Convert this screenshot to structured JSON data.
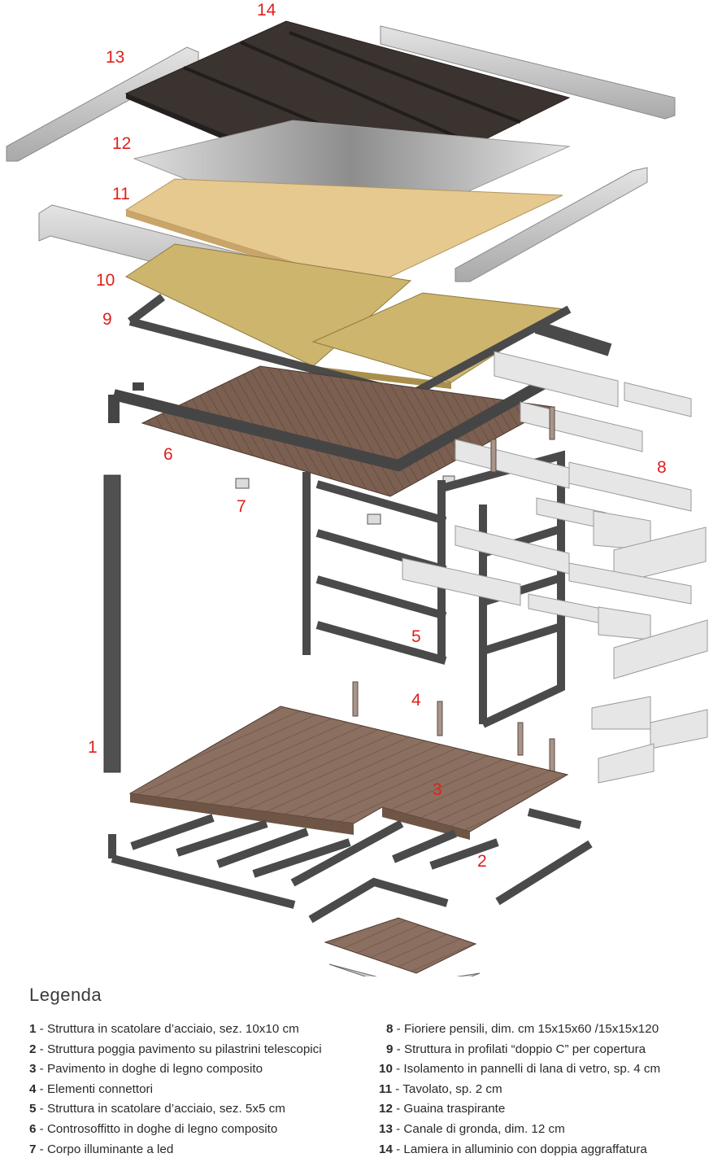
{
  "callouts": {
    "c1": "1",
    "c2": "2",
    "c3": "3",
    "c4": "4",
    "c5": "5",
    "c6": "6",
    "c7": "7",
    "c8": "8",
    "c9": "9",
    "c10": "10",
    "c11": "11",
    "c12": "12",
    "c13": "13",
    "c14": "14"
  },
  "legend": {
    "title": "Legenda",
    "left": [
      {
        "num": "1",
        "text": " - Struttura in scatolare d’acciaio, sez. 10x10 cm"
      },
      {
        "num": "2",
        "text": " - Struttura poggia pavimento su pilastrini telescopici"
      },
      {
        "num": "3",
        "text": " - Pavimento in doghe di legno composito"
      },
      {
        "num": "4",
        "text": " - Elementi connettori"
      },
      {
        "num": "5",
        "text": " - Struttura in scatolare d’acciaio, sez. 5x5 cm"
      },
      {
        "num": "6",
        "text": " - Controsoffitto in doghe di legno composito"
      },
      {
        "num": "7",
        "text": " - Corpo illuminante a led"
      }
    ],
    "right": [
      {
        "num": "8",
        "text": " - Fioriere pensili, dim. cm 15x15x60 /15x15x120"
      },
      {
        "num": "9",
        "text": " - Struttura in profilati “doppio C” per copertura"
      },
      {
        "num": "10",
        "text": " - Isolamento in pannelli di lana di vetro, sp. 4 cm"
      },
      {
        "num": "11",
        "text": " - Tavolato, sp. 2 cm"
      },
      {
        "num": "12",
        "text": " - Guaina traspirante"
      },
      {
        "num": "13",
        "text": " - Canale di gronda, dim. 12 cm"
      },
      {
        "num": "14",
        "text": " - Lamiera in alluminio con doppia aggraffatura"
      }
    ]
  },
  "colors": {
    "callout": "#e0201c",
    "steel": "#4a4a4a",
    "wood_composite": "#8a6e5e",
    "roof_sheet": "#3a3330",
    "plywood": "#e6c98f",
    "insulation": "#cdb56e",
    "gutter": "#cfcfcf",
    "planter": "#e6e6e6"
  }
}
